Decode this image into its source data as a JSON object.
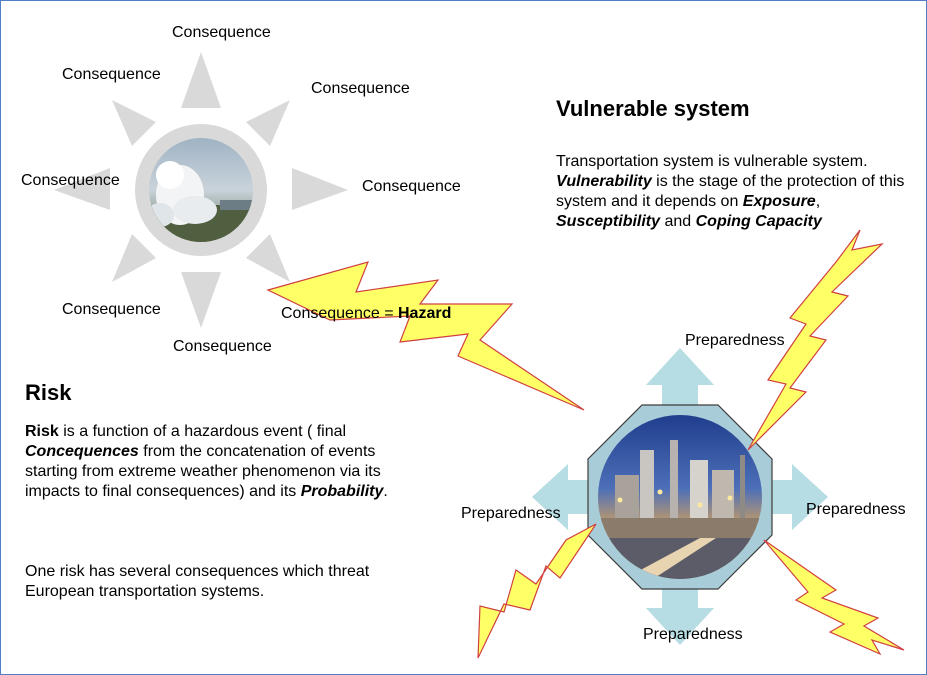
{
  "colors": {
    "border": "#4f7fc4",
    "arrow_gray": "#d9d9d9",
    "arrow_blue": "#b7dde4",
    "octagon_fill": "#a9cdd8",
    "lightning_fill": "#ffff66",
    "lightning_stroke": "#d04040"
  },
  "consequence_star": {
    "labels": [
      "Consequence",
      "Consequence",
      "Consequence",
      "Consequence",
      "Consequence",
      "Consequence",
      "Consequence"
    ],
    "hazard_prefix": "Consequence = ",
    "hazard_word": "Hazard",
    "center_image": "geyser-photo"
  },
  "risk": {
    "title": "Risk",
    "p1": {
      "w1": "Risk",
      "t1": " is a function of a hazardous event ( final ",
      "w2": "Concequences",
      "t2": " from the concatenation of events starting from extreme weather phenomenon via its impacts to final consequences) and its ",
      "w3": "Probability",
      "t3": "."
    },
    "p2": "One risk has several consequences which threat European transportation systems."
  },
  "vulnerable": {
    "title": "Vulnerable system",
    "t1": "Transportation system is vulnerable system. ",
    "w1": "Vulnerability",
    "t2": " is the stage of the protection of this system and it depends on ",
    "w2": "Exposure",
    "t3": ", ",
    "w3": "Susceptibility",
    "t4": " and ",
    "w4": "Coping Capacity"
  },
  "preparedness": {
    "top": "Preparedness",
    "left": "Preparedness",
    "right": "Preparedness",
    "bottom": "Preparedness",
    "center_image": "industrial-plant-photo"
  }
}
